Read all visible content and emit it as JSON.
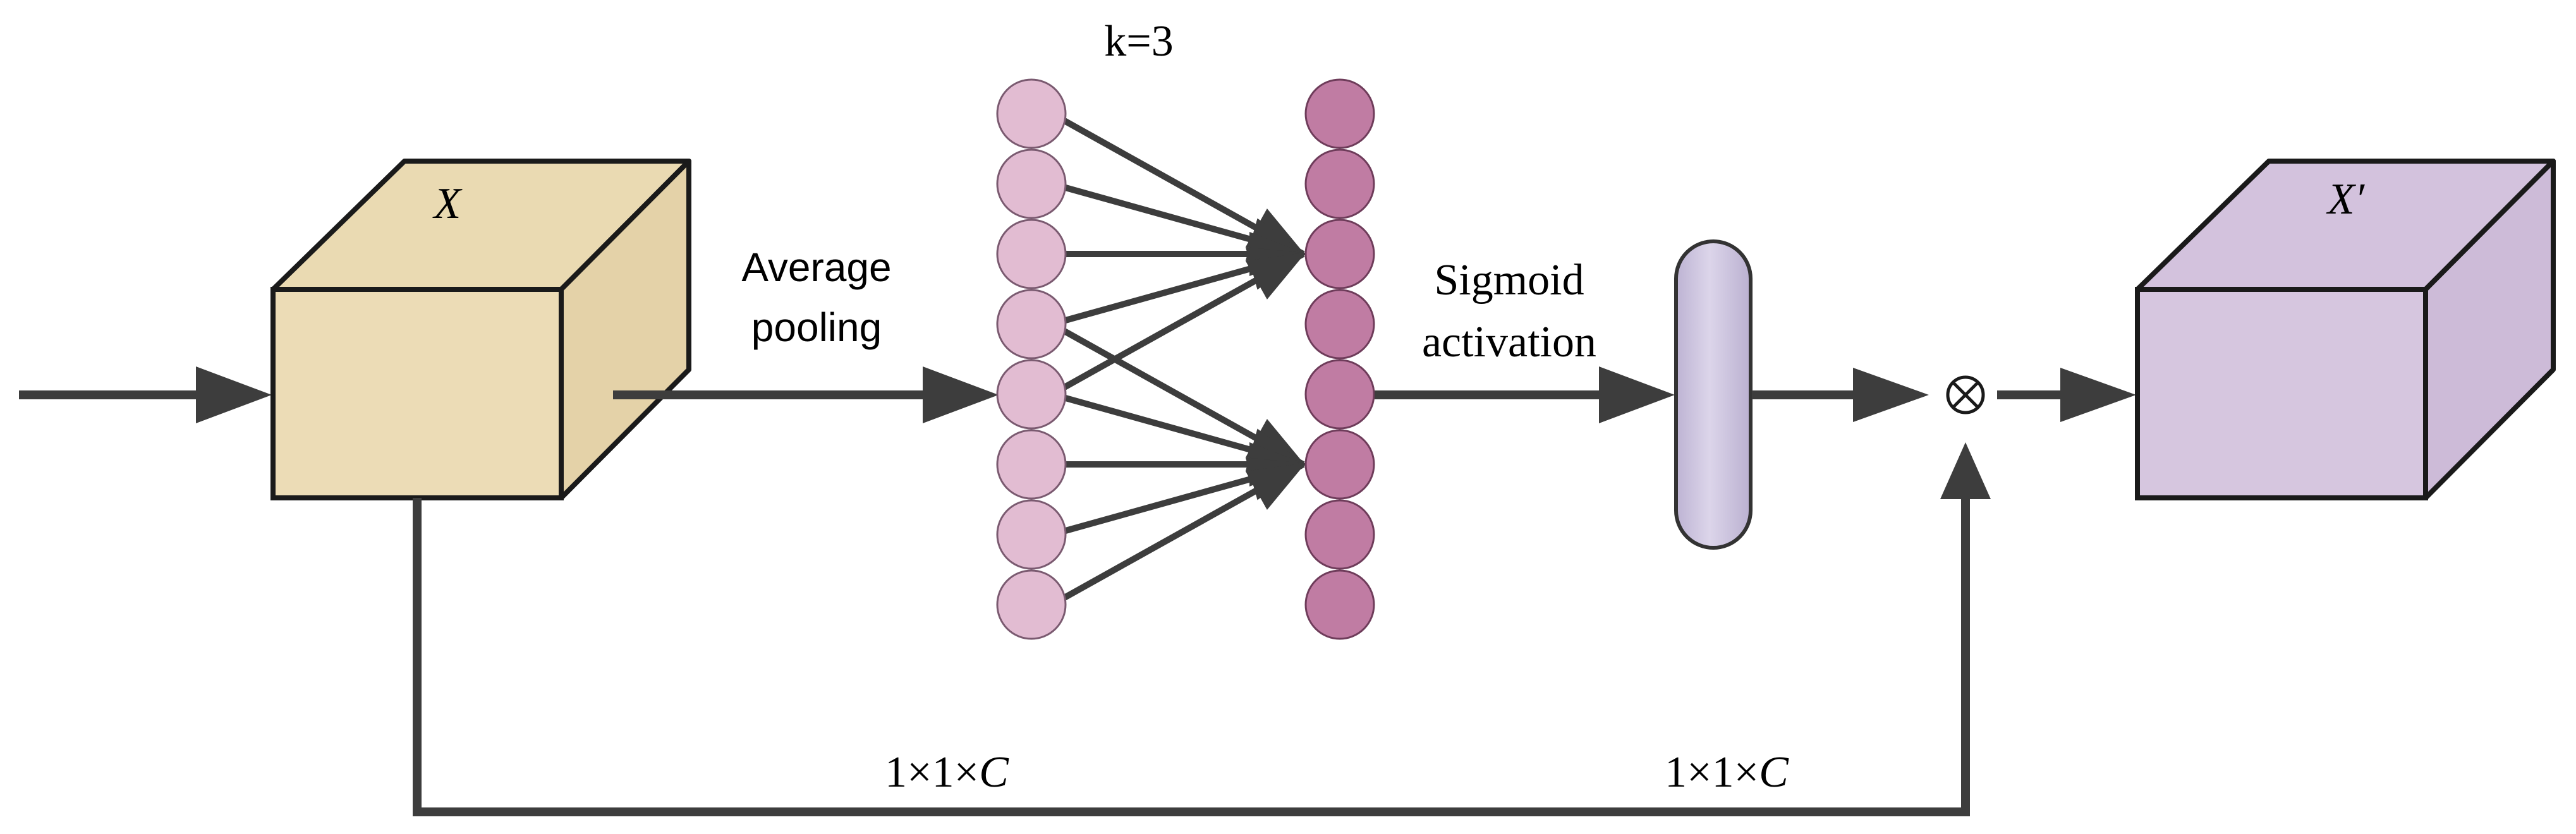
{
  "labels": {
    "input_cube": "X",
    "output_cube": "X′",
    "kernel": "k=3",
    "average_pooling_line1": "Average",
    "average_pooling_line2": "pooling",
    "sigmoid_line1": "Sigmoid",
    "sigmoid_line2": "activation",
    "multiply_symbol": "⊗",
    "shape_left": "1×1×C",
    "shape_right": "1×1×C"
  },
  "colors": {
    "input_cube_face": "#ecdcb6",
    "input_cube_top": "#eadab2",
    "input_cube_side": "#e4d2a8",
    "output_cube_face": "#d6c6df",
    "output_cube_top": "#d3c2dd",
    "output_cube_side": "#cdbbd8",
    "pooled_nodes": "#e2bcd2",
    "output_nodes": "#c07ca3",
    "sigmoid_pill": "#cbc3dd",
    "arrows": "#3d3d3d",
    "outline": "#1a1a1a"
  },
  "icons": {
    "multiply": "circled-times-icon"
  },
  "structure": {
    "pooled_node_count": 8,
    "output_node_count": 8,
    "kernel_size": 3
  }
}
